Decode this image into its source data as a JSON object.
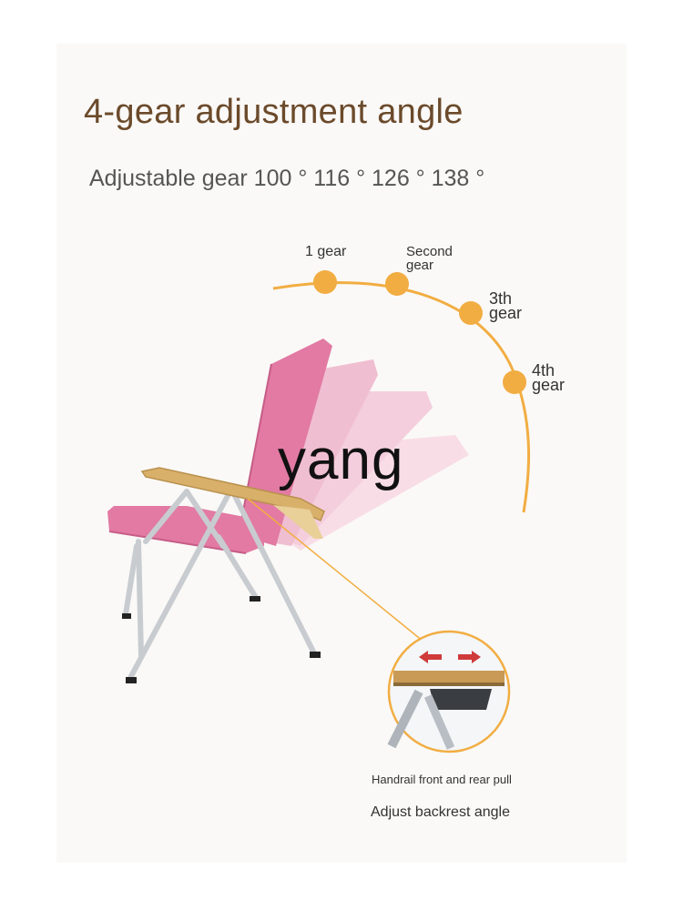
{
  "heading": {
    "title": "4-gear adjustment angle",
    "subtitle": "Adjustable gear 100 ° 116 ° 126 ° 138 °"
  },
  "gears": [
    {
      "label_line1": "1 gear",
      "label_line2": ""
    },
    {
      "label_line1": "Second",
      "label_line2": "gear"
    },
    {
      "label_line1": "3th",
      "label_line2": "gear"
    },
    {
      "label_line1": "4th",
      "label_line2": "gear"
    }
  ],
  "watermark": "yang",
  "captions": {
    "handrail": "Handrail front and rear pull",
    "backrest": "Adjust backrest angle"
  },
  "colors": {
    "accent": "#f2ad42",
    "title": "#6b4a2b",
    "chair_pink": "#e27aa3",
    "wood": "#d9b06a"
  }
}
